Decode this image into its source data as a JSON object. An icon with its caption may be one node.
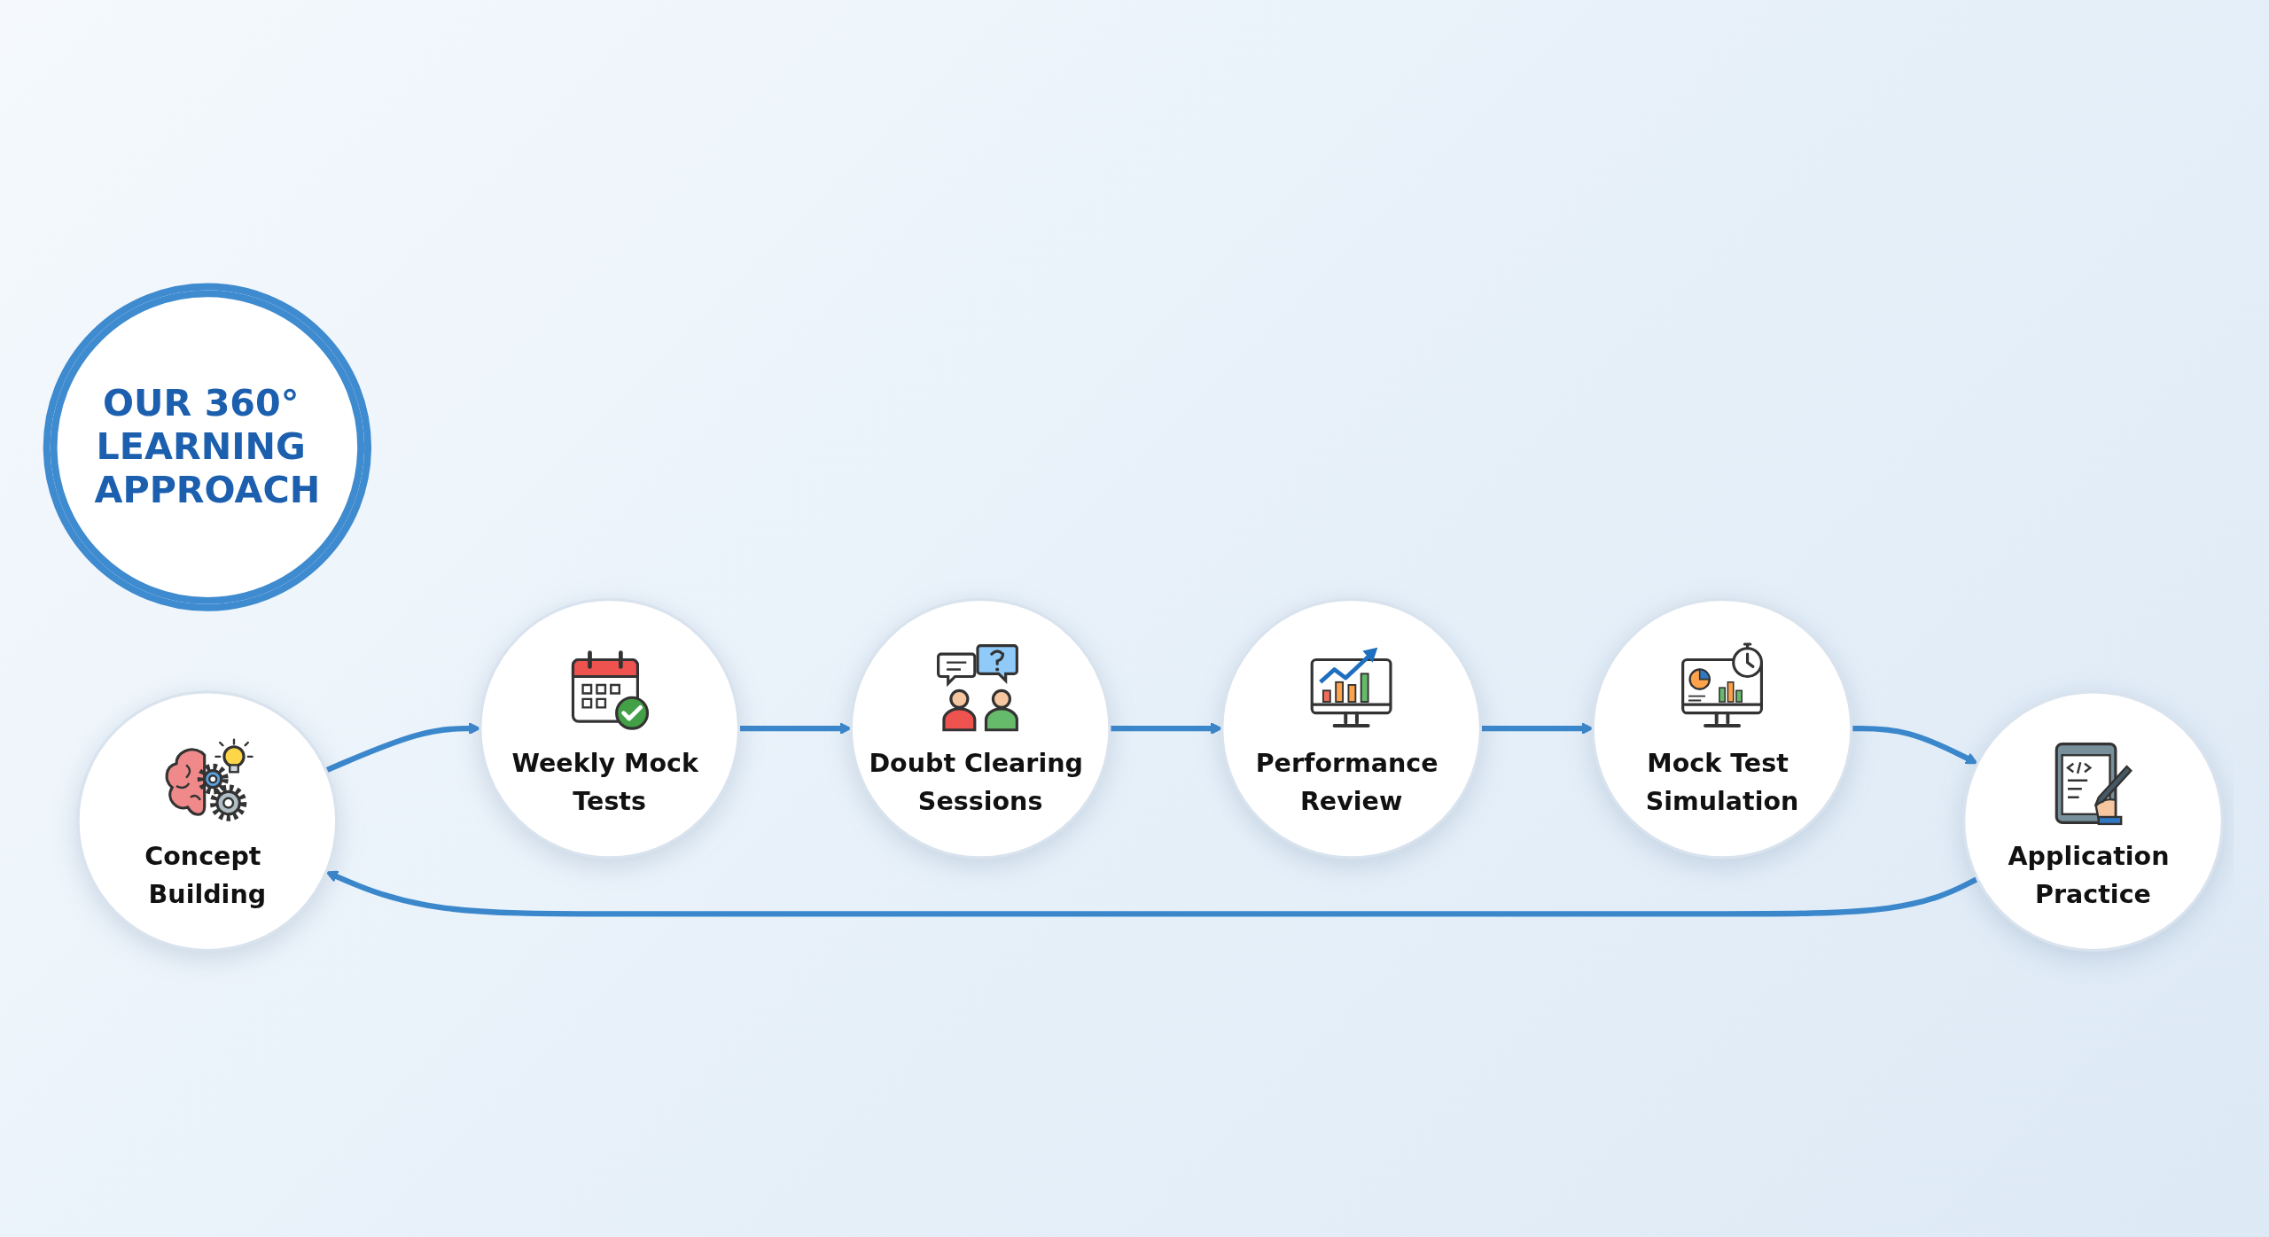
{
  "diagram": {
    "nodes": [
      {
        "text": [
          "OUR 360° LEARNING APPROACH"
        ]
      },
      {
        "text": [
          "Concept Building"
        ]
      },
      {
        "text": [
          "Weekly Mock Tests"
        ]
      },
      {
        "text": [
          "Doubt Clearing Sessions"
        ]
      },
      {
        "text": [
          "Performance Review"
        ]
      },
      {
        "text": [
          "Mock Test Simulation"
        ]
      },
      {
        "text": [
          "Application Practice"
        ]
      }
    ],
    "edges": [
      {
        "from": 1,
        "to": 2,
        "arrow": "to"
      },
      {
        "from": 2,
        "to": 3,
        "arrow": "to"
      },
      {
        "from": 3,
        "to": 4,
        "arrow": "to"
      },
      {
        "from": 4,
        "to": 5,
        "arrow": "to"
      },
      {
        "from": 5,
        "to": 6,
        "arrow": "to"
      },
      {
        "from": 6,
        "to": 1,
        "arrow": "to"
      }
    ]
  }
}
